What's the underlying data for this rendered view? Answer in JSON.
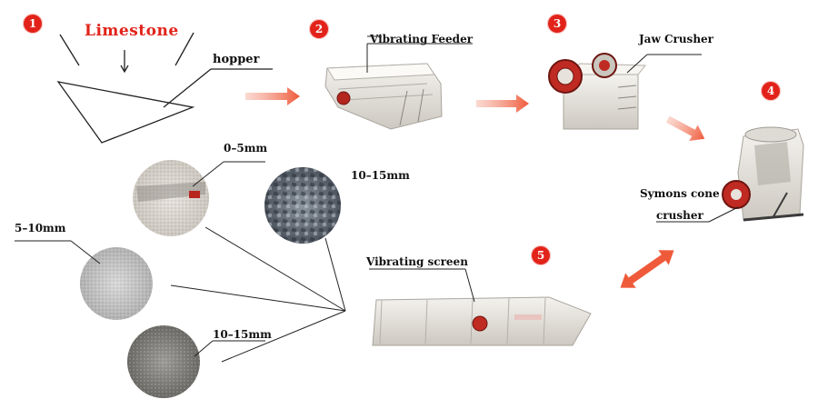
{
  "steps": [
    "1",
    "2",
    "3",
    "4",
    "5"
  ],
  "title": "Limestone",
  "labels": {
    "hopper": "hopper",
    "vibrating_feeder": "Vibrating Feeder",
    "jaw_crusher": "Jaw Crusher",
    "cone_crusher_line1": "Symons cone",
    "cone_crusher_line2": "crusher",
    "vibrating_screen": "Vibrating screen"
  },
  "products": {
    "p1": "0–5mm",
    "p2": "10–15mm",
    "p3": "5–10mm",
    "p4": "10–15mm"
  },
  "colors": {
    "accent": "#e2231a",
    "arrow": "#ef5a3a",
    "machine": "#e8e6e1",
    "line": "#222222"
  }
}
